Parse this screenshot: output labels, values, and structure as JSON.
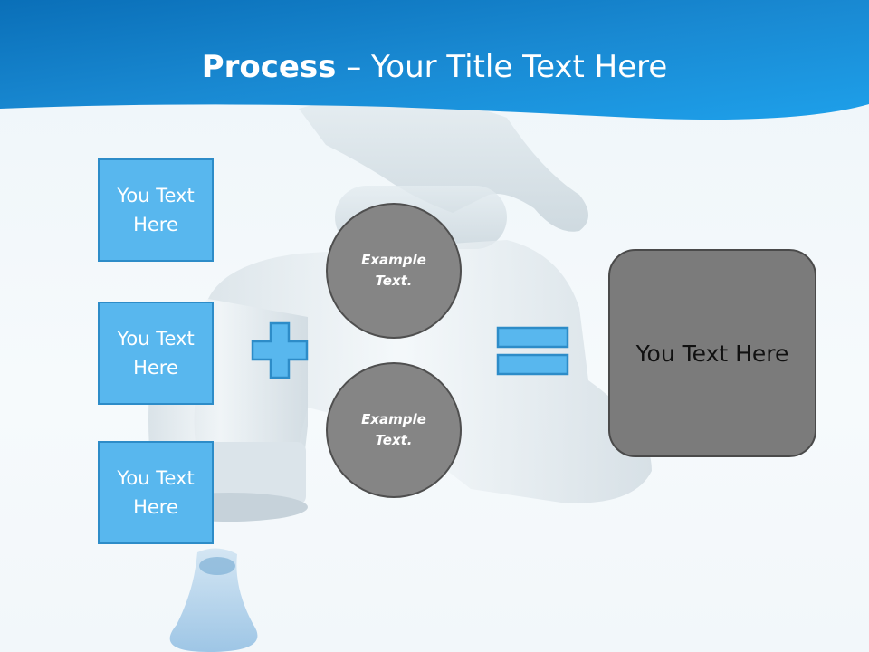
{
  "title": {
    "bold": "Process",
    "rest": " – Your Title Text Here"
  },
  "input_boxes": [
    {
      "text": "You Text Here"
    },
    {
      "text": "You Text Here"
    },
    {
      "text": "You Text Here"
    }
  ],
  "circles": [
    {
      "text": "Example Text."
    },
    {
      "text": "Example Text."
    }
  ],
  "operators": {
    "plus": "plus-icon",
    "equals": "equals-icon"
  },
  "result": {
    "text": "You Text Here"
  },
  "colors": {
    "header_blue": "#1a8fd8",
    "box_fill": "#58b7ee",
    "box_border": "#2d8cc8",
    "circle_fill": "#858585",
    "result_fill": "#7b7b7b"
  },
  "background_image": "water-faucet"
}
